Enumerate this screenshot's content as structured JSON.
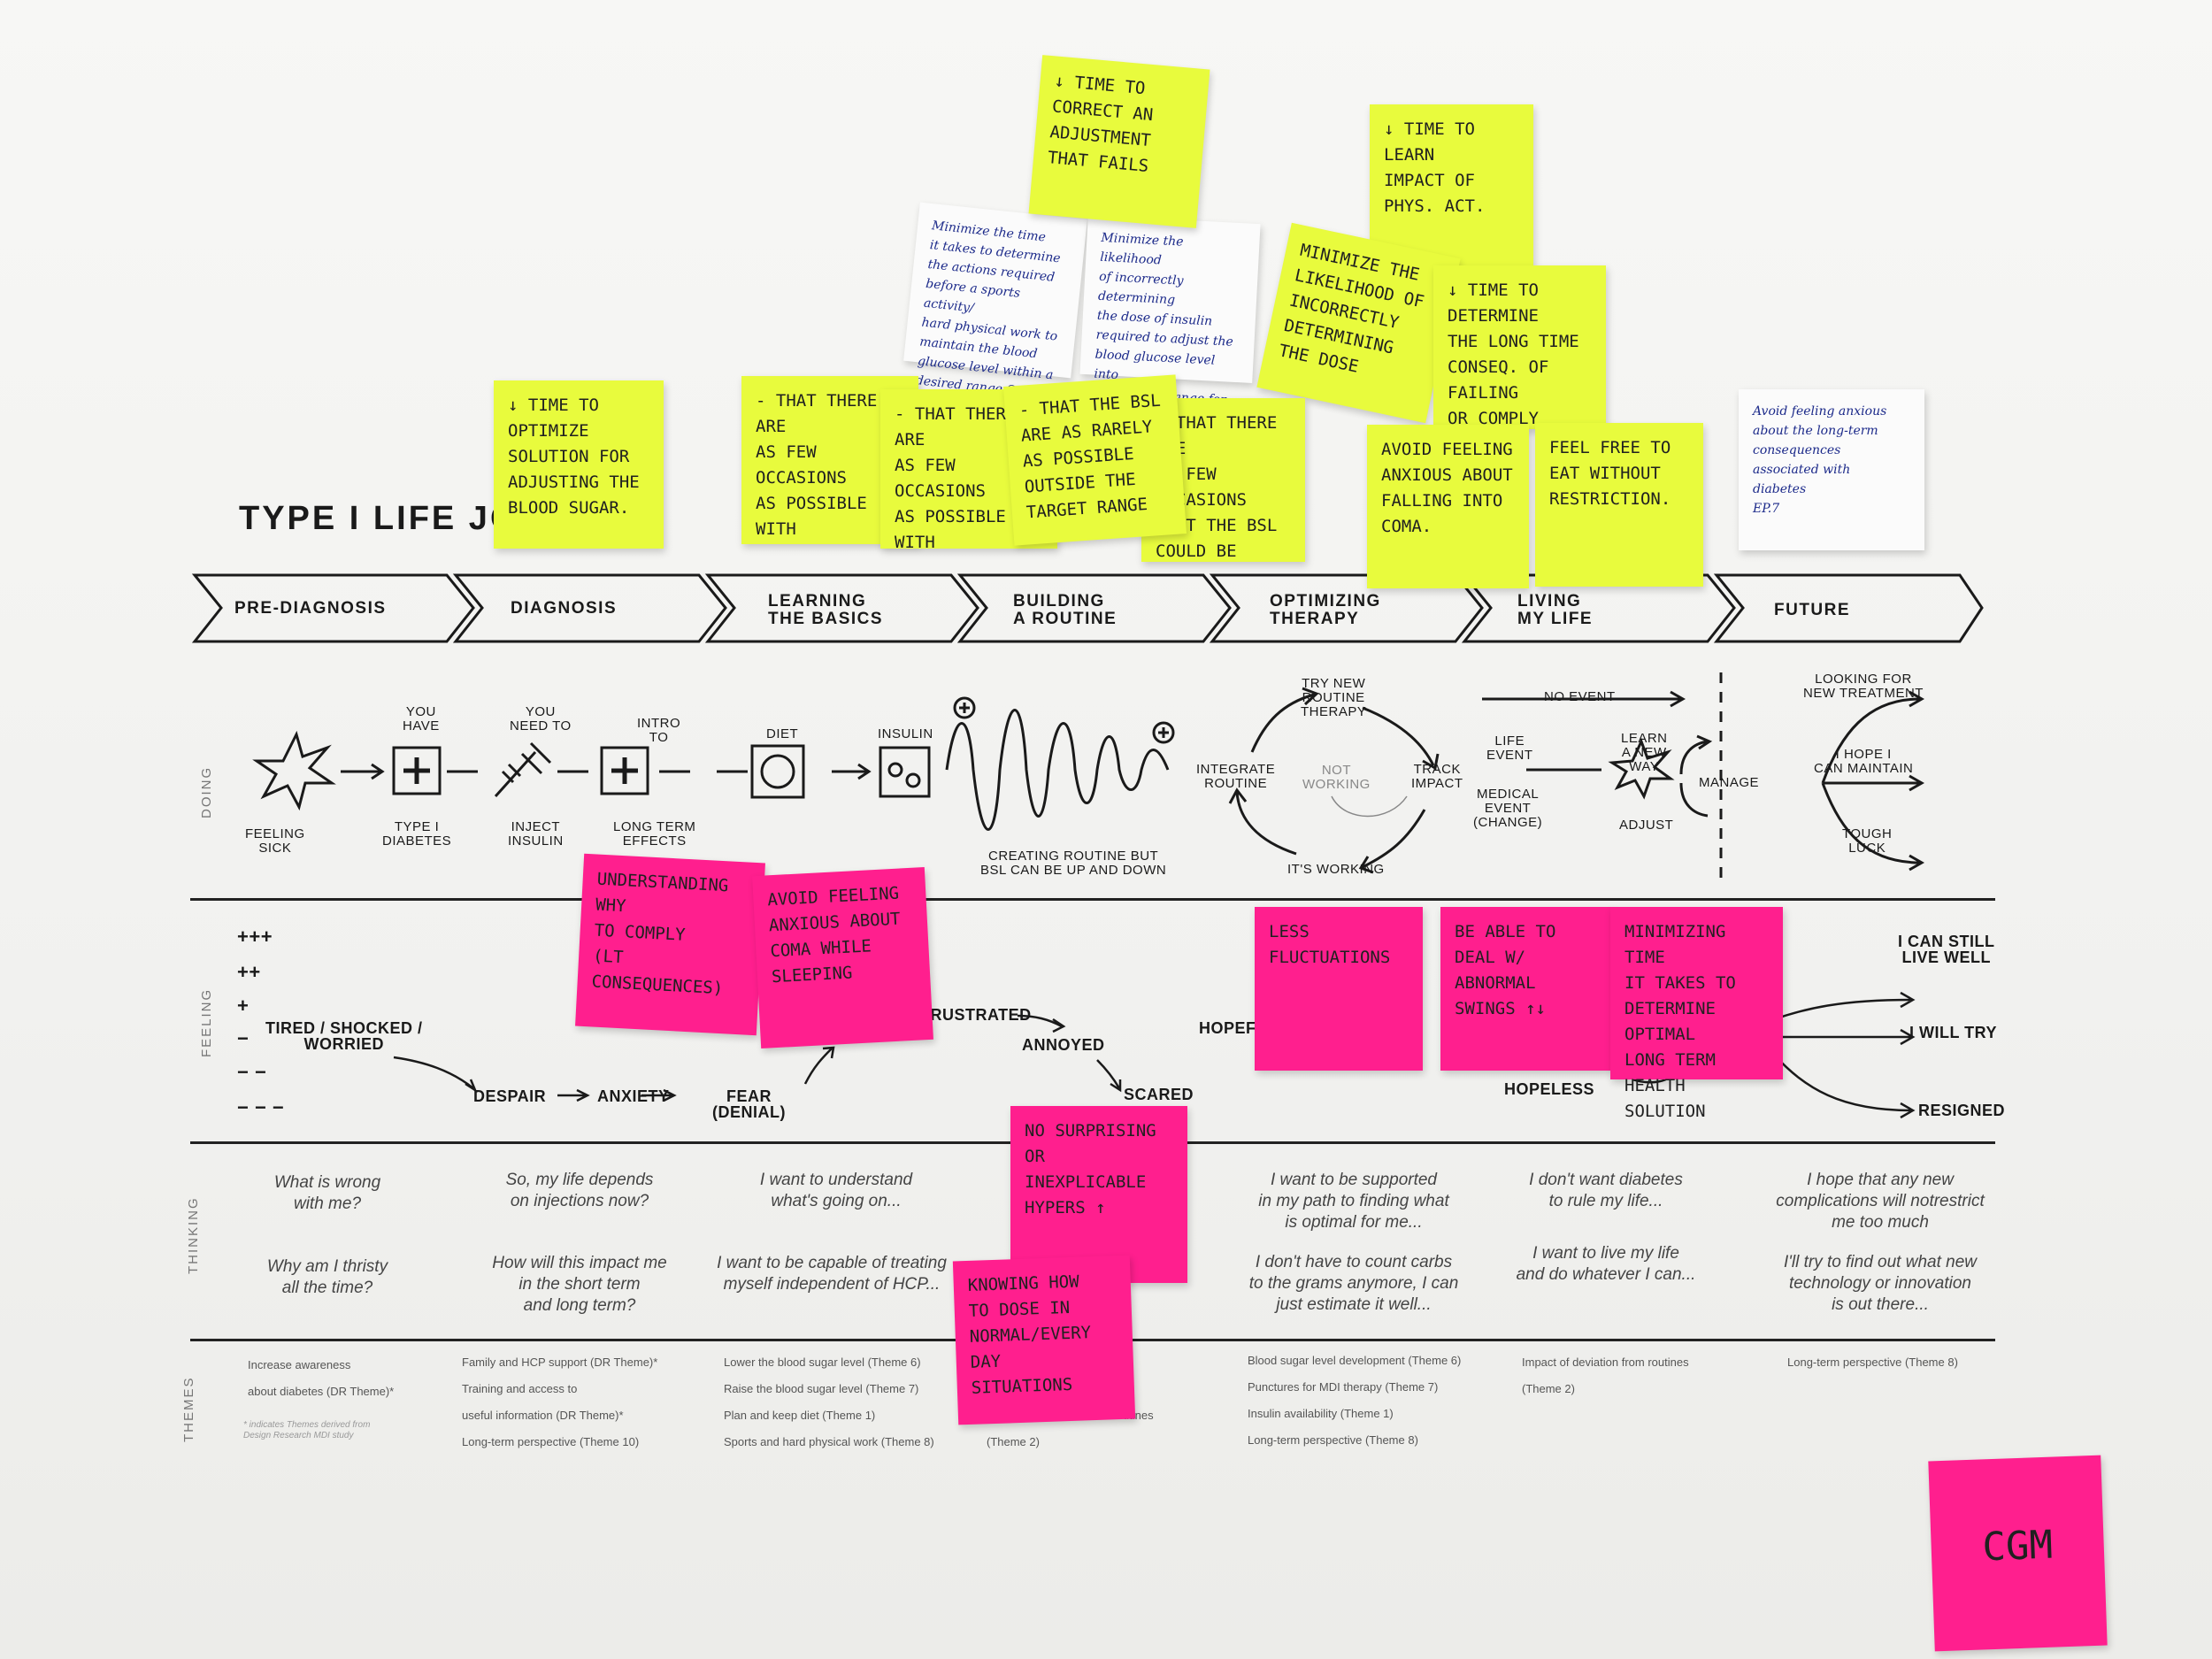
{
  "title": "TYPE I LIFE JOURNEY",
  "stages": [
    "PRE-DIAGNOSIS",
    "DIAGNOSIS",
    "LEARNING\nTHE BASICS",
    "BUILDING\nA ROUTINE",
    "OPTIMIZING\nTHERAPY",
    "LIVING\nMY LIFE",
    "FUTURE"
  ],
  "rows": {
    "doing": "DOING",
    "feeling": "FEELING",
    "thinking": "THINKING",
    "themes": "THEMES"
  },
  "doing": {
    "feeling_sick": "FEELING\nSICK",
    "you_have": "YOU\nHAVE",
    "type1": "TYPE I\nDIABETES",
    "you_need": "YOU\nNEED TO",
    "inject": "INJECT\nINSULIN",
    "intro": "INTRO\nTO",
    "long_term": "LONG TERM\nEFFECTS",
    "diet": "DIET",
    "insulin": "INSULIN",
    "creating": "CREATING ROUTINE BUT\nBSL CAN BE UP AND DOWN",
    "integrate": "INTEGRATE\nROUTINE",
    "try_new": "TRY NEW\nROUTINE\nTHERAPY",
    "not_working": "NOT\nWORKING",
    "track": "TRACK\nIMPACT",
    "its_working": "IT'S WORKING",
    "no_event": "NO EVENT",
    "life_event": "LIFE\nEVENT",
    "medical": "MEDICAL\nEVENT\n(CHANGE)",
    "learn": "LEARN\nA NEW\nWAY",
    "adjust": "ADJUST",
    "manage": "MANAGE",
    "looking": "LOOKING FOR\nNEW TREATMENT",
    "hope_maintain": "I HOPE I\nCAN MAINTAIN",
    "tough_luck": "TOUGH\nLUCK"
  },
  "feeling": {
    "scale": [
      "+++",
      "++",
      "+",
      "−",
      "− −",
      "− − −"
    ],
    "tired": "TIRED / SHOCKED /\nWORRIED",
    "despair": "DESPAIR",
    "anxiety": "ANXIETY",
    "fear": "FEAR\n(DENIAL)",
    "frustrated": "FRUSTRATED",
    "annoyed": "ANNOYED",
    "scared": "SCARED",
    "hopeful": "HOPEFUL",
    "hopeless": "HOPELESS",
    "still_live": "I CAN STILL\nLIVE WELL",
    "will_try": "I WILL TRY",
    "resigned": "RESIGNED"
  },
  "thinking": [
    "What is wrong\nwith me?",
    "So, my life depends\non injections now?",
    "I want to understand\nwhat's going on...",
    "I want to be supported\nin my path to finding what\nis optimal for me...",
    "I don't want diabetes\nto rule my life...",
    "I hope that any new\ncomplications will notrestrict\nme too much",
    "Why am I thristy\nall the time?",
    "How will this impact me\nin the short term\nand long term?",
    "I want to be capable of treating\nmyself independent of HCP...",
    "I don't have to count carbs\nto the grams anymore, I can\njust estimate it well...",
    "I want to live my life\nand do whatever I can...",
    "I'll try to find out what new\ntechnology or innovation\nis out there..."
  ],
  "themes": [
    "Increase awareness\nabout diabetes (DR Theme)*",
    "Family and HCP support (DR Theme)*\nTraining and access to\nuseful information (DR Theme)*\nLong-term perspective (Theme 10)",
    "Lower the blood sugar level (Theme 6)\nRaise the blood sugar level (Theme 7)\nPlan and keep diet (Theme 1)\nSports and hard physical work (Theme 8)",
    "ns (Theme 5)\ntment\nImpact of deviation from routines\n(Theme 2)",
    "Blood sugar level development (Theme 6)\nPunctures for MDI therapy (Theme 7)\nInsulin availability (Theme 1)\nLong-term perspective (Theme 8)",
    "Impact of deviation from routines\n(Theme 2)",
    "Long-term perspective (Theme 8)"
  ],
  "themes_footnote": "* indicates Themes derived from\nDesign Research MDI study",
  "yellow_notes": [
    "↓ TIME TO\nCORRECT AN\nADJUSTMENT\nTHAT FAILS",
    "↓ TIME TO LEARN\nIMPACT OF\nPHYS. ACT.",
    "MINIMIZE THE\nLIKELIHOOD OF\nINCORRECTLY\nDETERMINING\nTHE DOSE",
    "↓ TIME TO\nDETERMINE\nTHE LONG TIME\nCONSEQ. OF FAILING\nOR COMPLY",
    "↓ TIME TO\nOPTIMIZE\nSOLUTION FOR\nADJUSTING THE\nBLOOD SUGAR.",
    "- THAT THERE ARE\nAS FEW OCCASIONS\nAS POSSIBLE WITH\nSYMPTOMS OF\nHYPOGLYCEMIA",
    "- THAT THERE ARE\nAS FEW OCCASIONS\nAS POSSIBLE WITH\nSYMPTOMS OF\nHYPOGLYCEMIA",
    "- THAT THE BSL\nARE AS RARELY\nAS POSSIBLE\nOUTSIDE THE\nTARGET RANGE",
    "- THAT THERE ARE\nAS FEW OCCASIONS\nTHAT THE BSL\nCOULD BE\nWITHOUT KNOWING\nWHY",
    "AVOID FEELING\nANXIOUS ABOUT\nFALLING INTO\nCOMA.",
    "FEEL FREE TO\nEAT WITHOUT\nRESTRICTION."
  ],
  "white_notes": [
    "Minimize the time\nit takes to determine\nthe actions required\nbefore a sports activity/\nhard physical work to\nmaintain the blood\nglucose level within a\ndesired range  S3",
    "Minimize the likelihood\nof incorrectly determining\nthe dose of insulin\nrequired to adjust the\nblood glucose level into\nthe desired range for\nnon-routine situations\nD. 18",
    "Avoid feeling anxious\nabout the long-term\nconsequences\nassociated with\ndiabetes\nEP.7"
  ],
  "pink_notes": [
    "UNDERSTANDING\nWHY\nTO COMPLY\n(LT CONSEQUENCES)",
    "AVOID FEELING\nANXIOUS ABOUT\nCOMA WHILE\nSLEEPING",
    "LESS\nFLUCTUATIONS",
    "BE ABLE TO\nDEAL W/\nABNORMAL\nSWINGS ↑↓",
    "MINIMIZING TIME\nIT TAKES TO\nDETERMINE OPTIMAL\nLONG TERM\nHEALTH SOLUTION",
    "NO SURPRISING\nOR INEXPLICABLE\nHYPERS ↑",
    "KNOWING HOW\nTO DOSE IN\nNORMAL/EVERY DAY\nSITUATIONS",
    "CGM"
  ]
}
